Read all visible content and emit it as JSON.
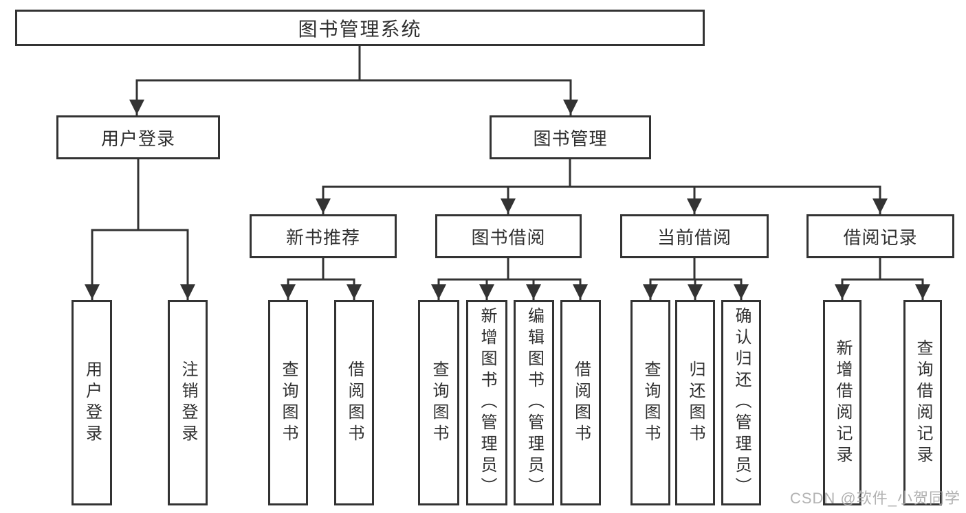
{
  "diagram": {
    "root": "图书管理系统",
    "level2": [
      "用户登录",
      "图书管理"
    ],
    "level3": [
      "新书推荐",
      "图书借阅",
      "当前借阅",
      "借阅记录"
    ],
    "leaves": [
      [
        "用户登录",
        "注销登录"
      ],
      [
        "查询图书",
        "借阅图书"
      ],
      [
        "查询图书",
        "新增图书（管理员）",
        "编辑图书（管理员）",
        "借阅图书"
      ],
      [
        "查询图书",
        "归还图书",
        "确认归还（管理员）"
      ],
      [
        "新增借阅记录",
        "查询借阅记录"
      ]
    ],
    "watermark": "CSDN @软件_小贺同学",
    "colors": {
      "line": "#333333",
      "text": "#2f2f2f",
      "box_background": "#ffffff",
      "watermark": "#aaaaaa"
    }
  }
}
